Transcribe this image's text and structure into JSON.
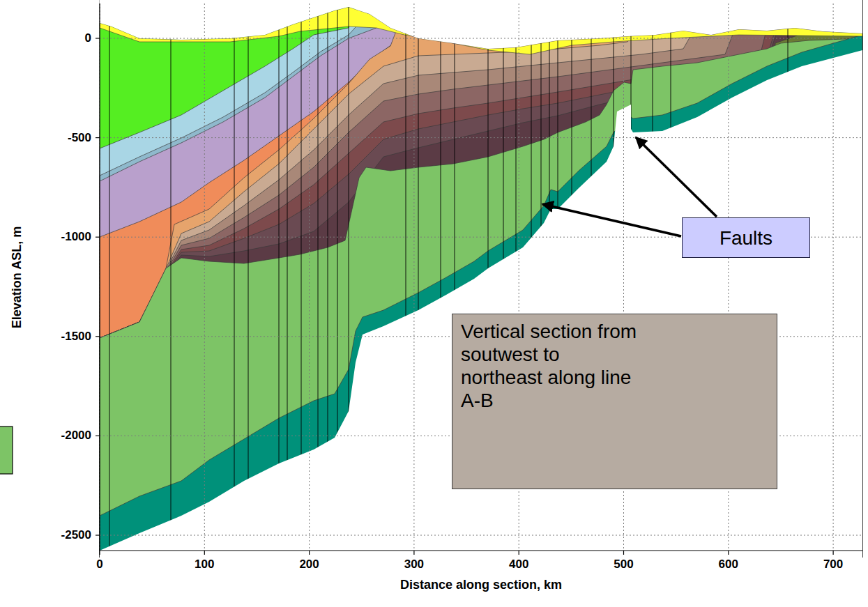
{
  "diagram": {
    "nodes": [
      {
        "text": [
          "Faults"
        ]
      },
      {
        "text": [
          "Vertical section from soutwest to northeast along line A-B"
        ]
      }
    ],
    "labels": [
      "0",
      "-500",
      "-1000",
      "-1500",
      "-2000",
      "-2500",
      "0",
      "100",
      "200",
      "300",
      "400",
      "500",
      "600",
      "700",
      "Elevation ASL, m",
      "Distance along section, km"
    ]
  }
}
